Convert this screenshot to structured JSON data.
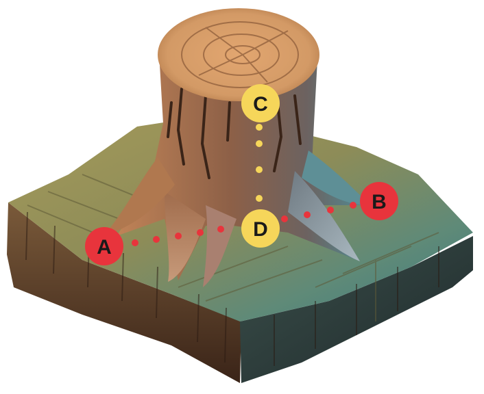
{
  "markers": [
    {
      "id": "A",
      "label": "A",
      "fill": "#e8343c"
    },
    {
      "id": "B",
      "label": "B",
      "fill": "#e8343c"
    },
    {
      "id": "C",
      "label": "C",
      "fill": "#f6d65a"
    },
    {
      "id": "D",
      "label": "D",
      "fill": "#f6d65a"
    }
  ],
  "colors": {
    "red_marker": "#e8343c",
    "yellow_marker": "#f6d65a",
    "marker_text": "#1a1a1a",
    "stump_light": "#d9a06c",
    "stump_dark": "#6e4a3a",
    "ground_top": "#8c8a55",
    "ground_teal": "#3f7f7f",
    "soil_side": "#5a3a2a"
  },
  "paths": [
    {
      "from": "A",
      "to": "B",
      "style": "dotted",
      "color": "#e8343c"
    },
    {
      "from": "C",
      "to": "D",
      "style": "dotted",
      "color": "#f6d65a"
    }
  ]
}
